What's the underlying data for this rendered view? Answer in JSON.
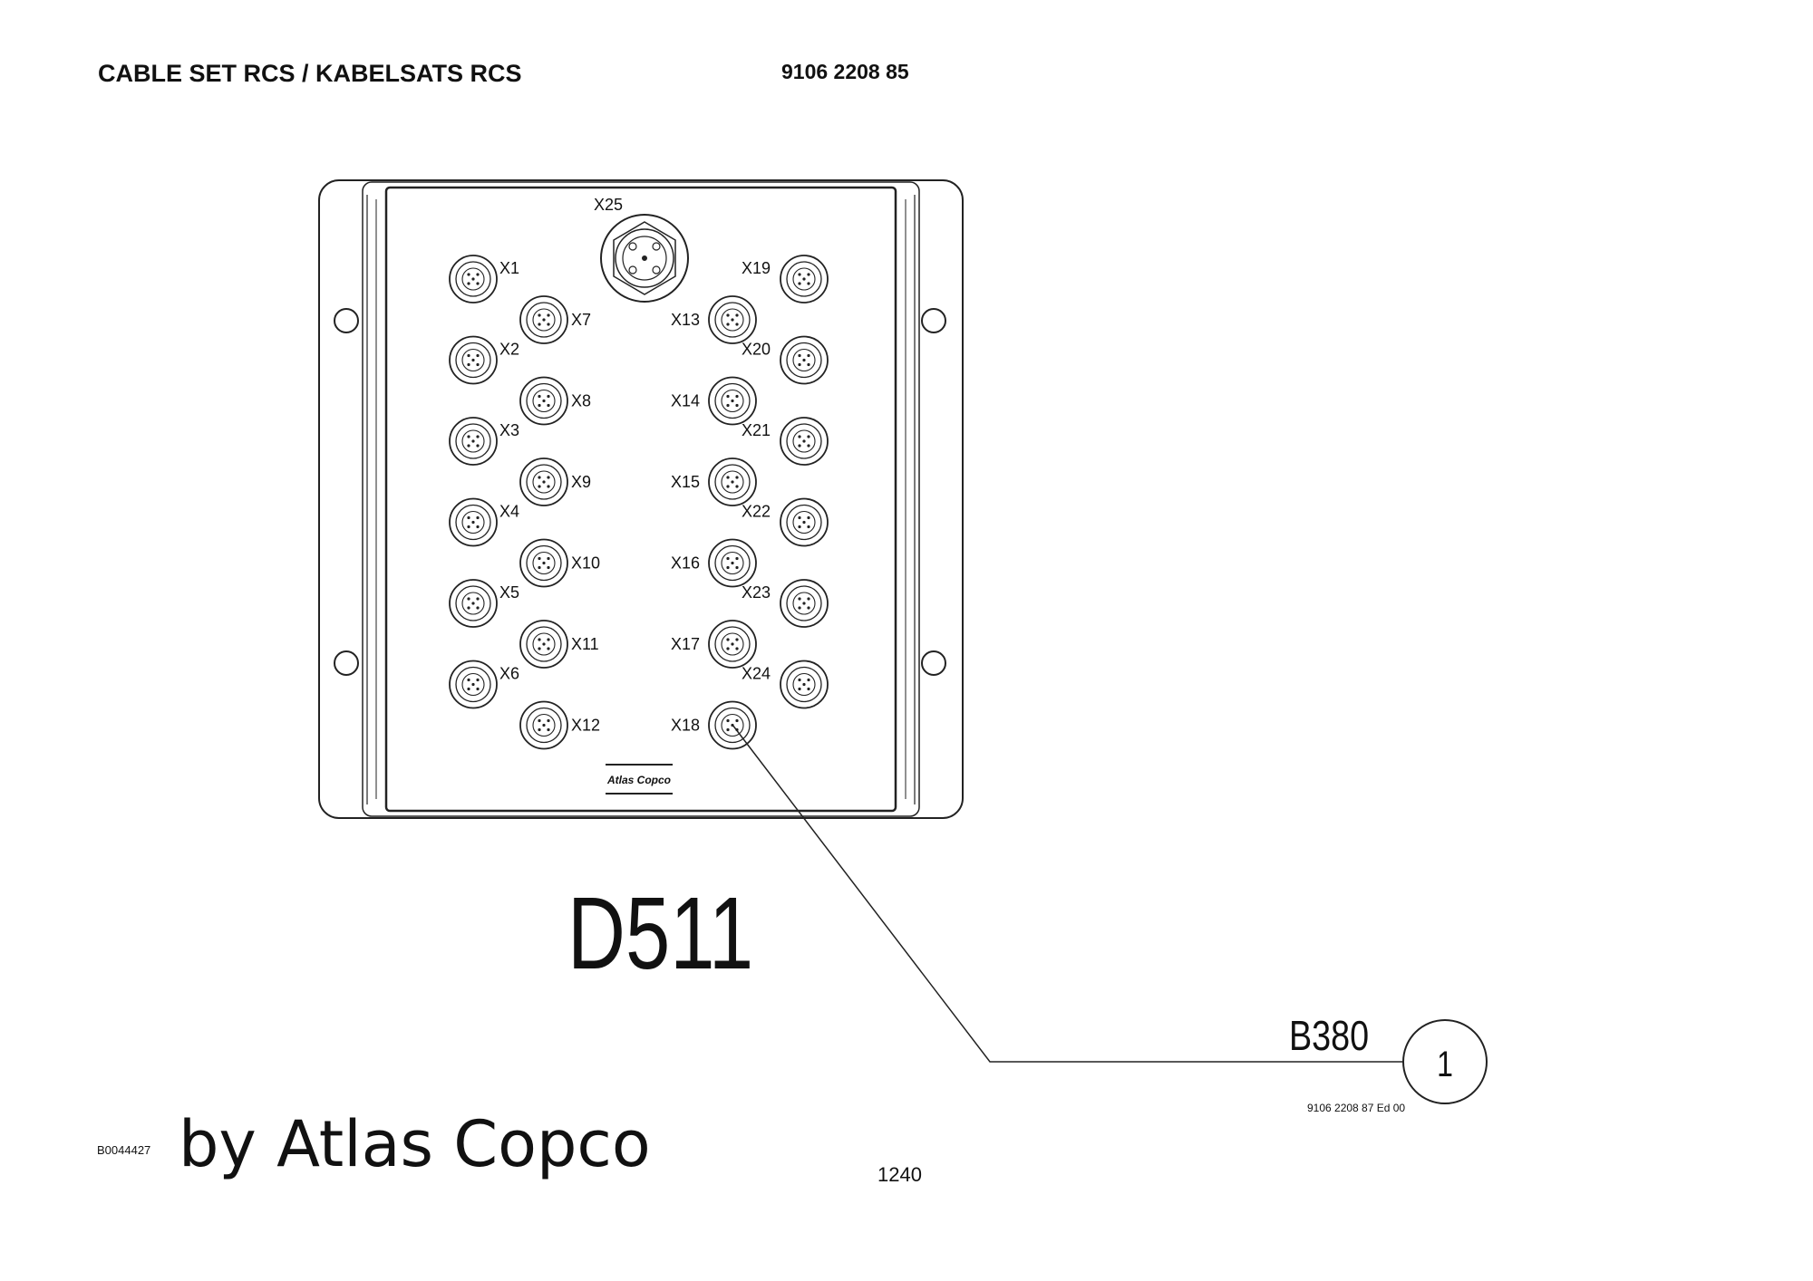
{
  "header": {
    "title": "CABLE SET RCS / KABELSATS RCS",
    "part_number": "9106 2208 85"
  },
  "diagram": {
    "top_connector": "X25",
    "connectors_left_outer": [
      "X1",
      "X2",
      "X3",
      "X4",
      "X5",
      "X6"
    ],
    "connectors_left_inner": [
      "X7",
      "X8",
      "X9",
      "X10",
      "X11",
      "X12"
    ],
    "connectors_right_inner": [
      "X13",
      "X14",
      "X15",
      "X16",
      "X17",
      "X18"
    ],
    "connectors_right_outer": [
      "X19",
      "X20",
      "X21",
      "X22",
      "X23",
      "X24"
    ],
    "logo_text": "Atlas Copco",
    "module_label": "D511",
    "callout_label": "B380",
    "callout_number": "1",
    "callout_ref": "9106 2208 87 Ed 00"
  },
  "footer": {
    "doc_id": "B0044427",
    "by_line": "by Atlas Copco",
    "page_number": "1240"
  }
}
